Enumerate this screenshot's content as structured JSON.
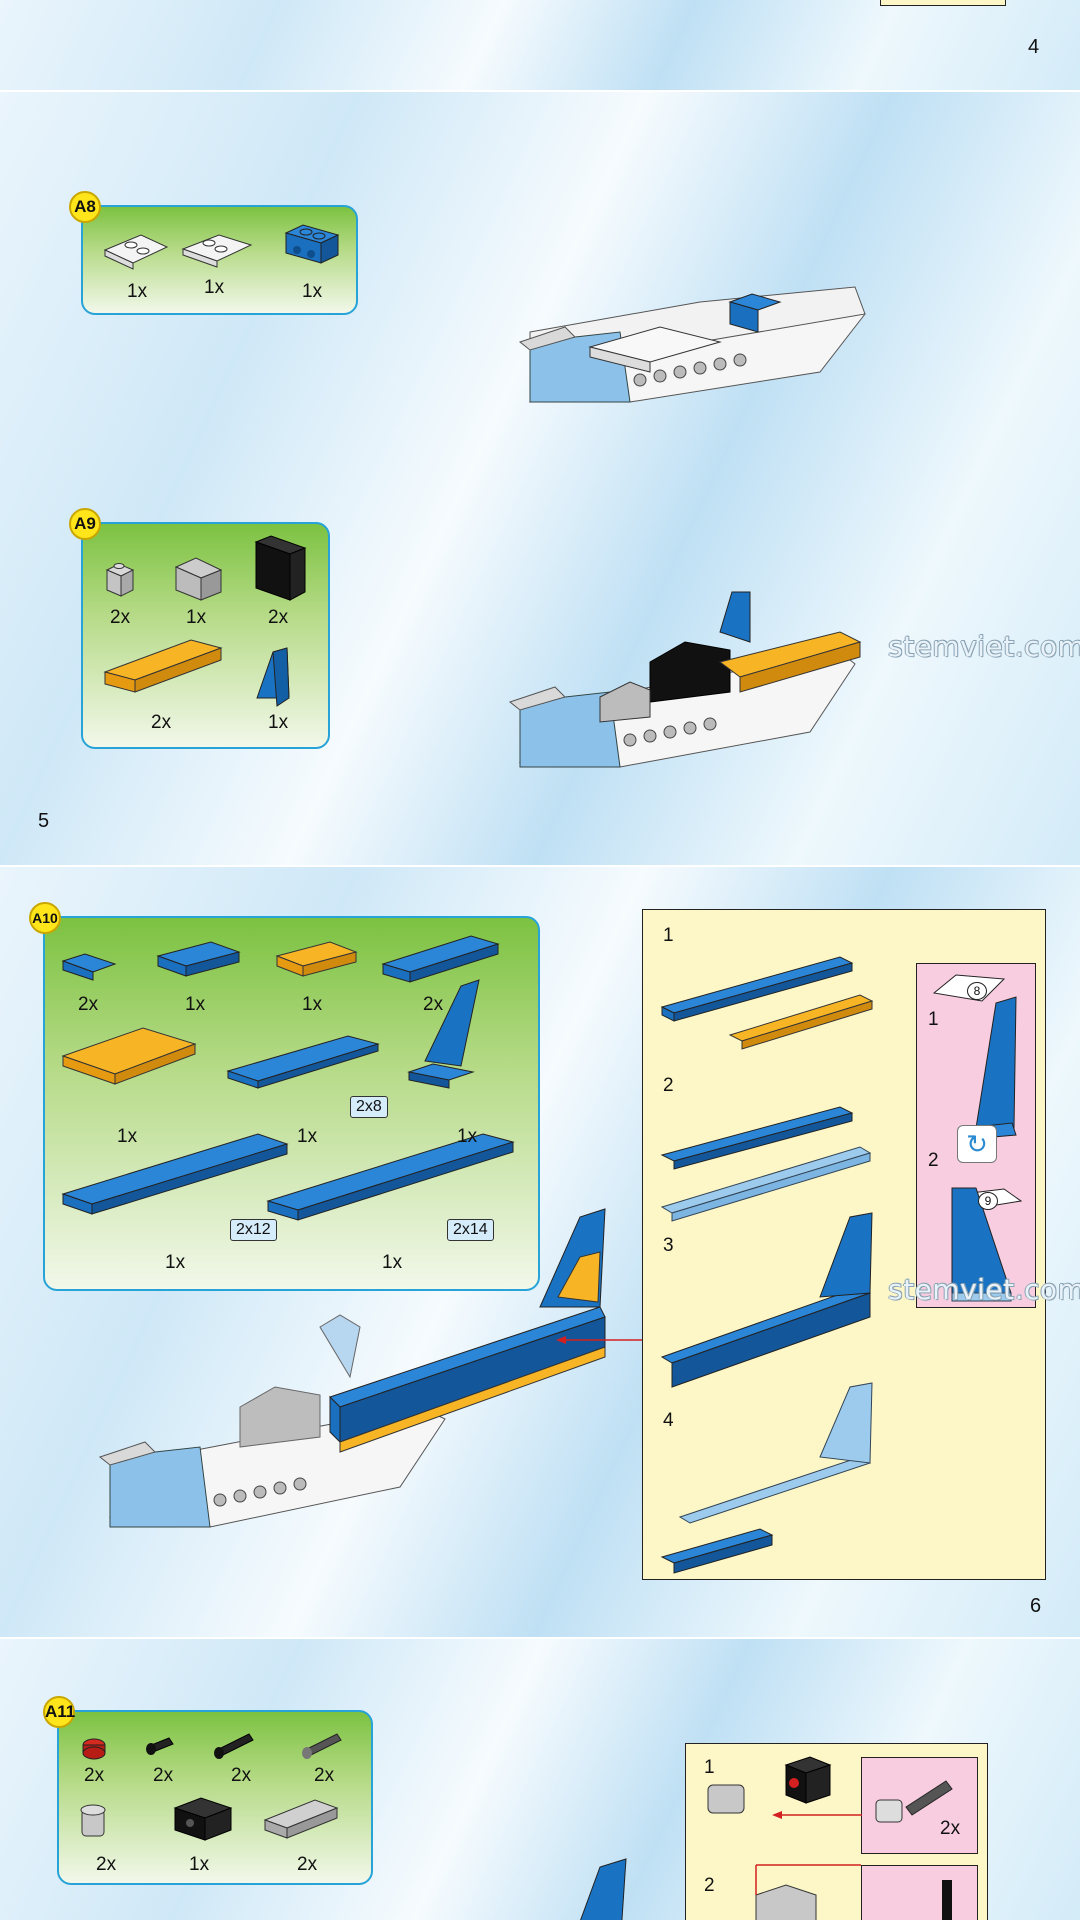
{
  "pages": {
    "page4": {
      "number": "4"
    },
    "page5": {
      "number": "5"
    },
    "page6": {
      "number": "6"
    }
  },
  "watermark": "stemviet.com",
  "steps": {
    "a8": {
      "badge": "A8",
      "parts": [
        {
          "qty": "1x"
        },
        {
          "qty": "1x"
        },
        {
          "qty": "1x"
        }
      ]
    },
    "a9": {
      "badge": "A9",
      "parts": [
        {
          "qty": "2x"
        },
        {
          "qty": "1x"
        },
        {
          "qty": "2x"
        },
        {
          "qty": "2x"
        },
        {
          "qty": "1x"
        }
      ]
    },
    "a10": {
      "badge": "A10",
      "parts": [
        {
          "qty": "2x"
        },
        {
          "qty": "1x"
        },
        {
          "qty": "1x"
        },
        {
          "qty": "2x"
        },
        {
          "qty": "1x"
        },
        {
          "qty": "1x",
          "size": "2x8"
        },
        {
          "qty": "1x"
        },
        {
          "qty": "1x",
          "size": "2x12"
        },
        {
          "qty": "1x",
          "size": "2x14"
        }
      ],
      "substeps": [
        "1",
        "2",
        "3",
        "4"
      ],
      "inset": {
        "substeps": [
          "1",
          "2"
        ],
        "callouts": [
          "8",
          "9"
        ],
        "rotate_icon": "rotate-icon"
      }
    },
    "a11": {
      "badge": "A11",
      "parts": [
        {
          "qty": "2x"
        },
        {
          "qty": "2x"
        },
        {
          "qty": "2x"
        },
        {
          "qty": "2x"
        },
        {
          "qty": "2x"
        },
        {
          "qty": "1x"
        },
        {
          "qty": "2x"
        }
      ],
      "substeps": [
        "1",
        "2"
      ],
      "inset_qty": "2x"
    }
  },
  "colors": {
    "blue": "#1a73c2",
    "light_blue": "#8cc2ea",
    "orange": "#f2a51c",
    "white": "#f6f6f6",
    "black": "#111111",
    "grey": "#b5b5b5",
    "red_arrow": "#d42020",
    "badge_yellow": "#ffe51a",
    "box_border": "#27a3d8"
  }
}
